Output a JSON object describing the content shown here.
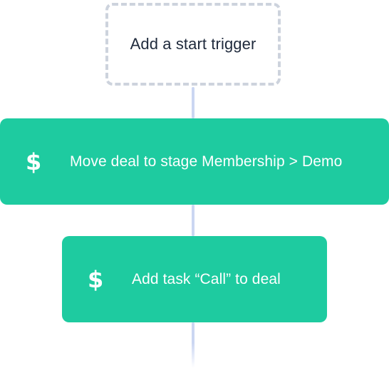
{
  "trigger": {
    "label": "Add a start trigger"
  },
  "actions": [
    {
      "icon": "dollar-sign-icon",
      "glyph": "$",
      "label": "Move deal to stage Membership > Demo"
    },
    {
      "icon": "dollar-sign-icon",
      "glyph": "$",
      "label": "Add task “Call” to deal"
    }
  ],
  "colors": {
    "action_bg": "#1ecba0",
    "connector": "#cbd6f2",
    "dashed_border": "#cdd3dd",
    "text_dark": "#1f2a3c"
  }
}
